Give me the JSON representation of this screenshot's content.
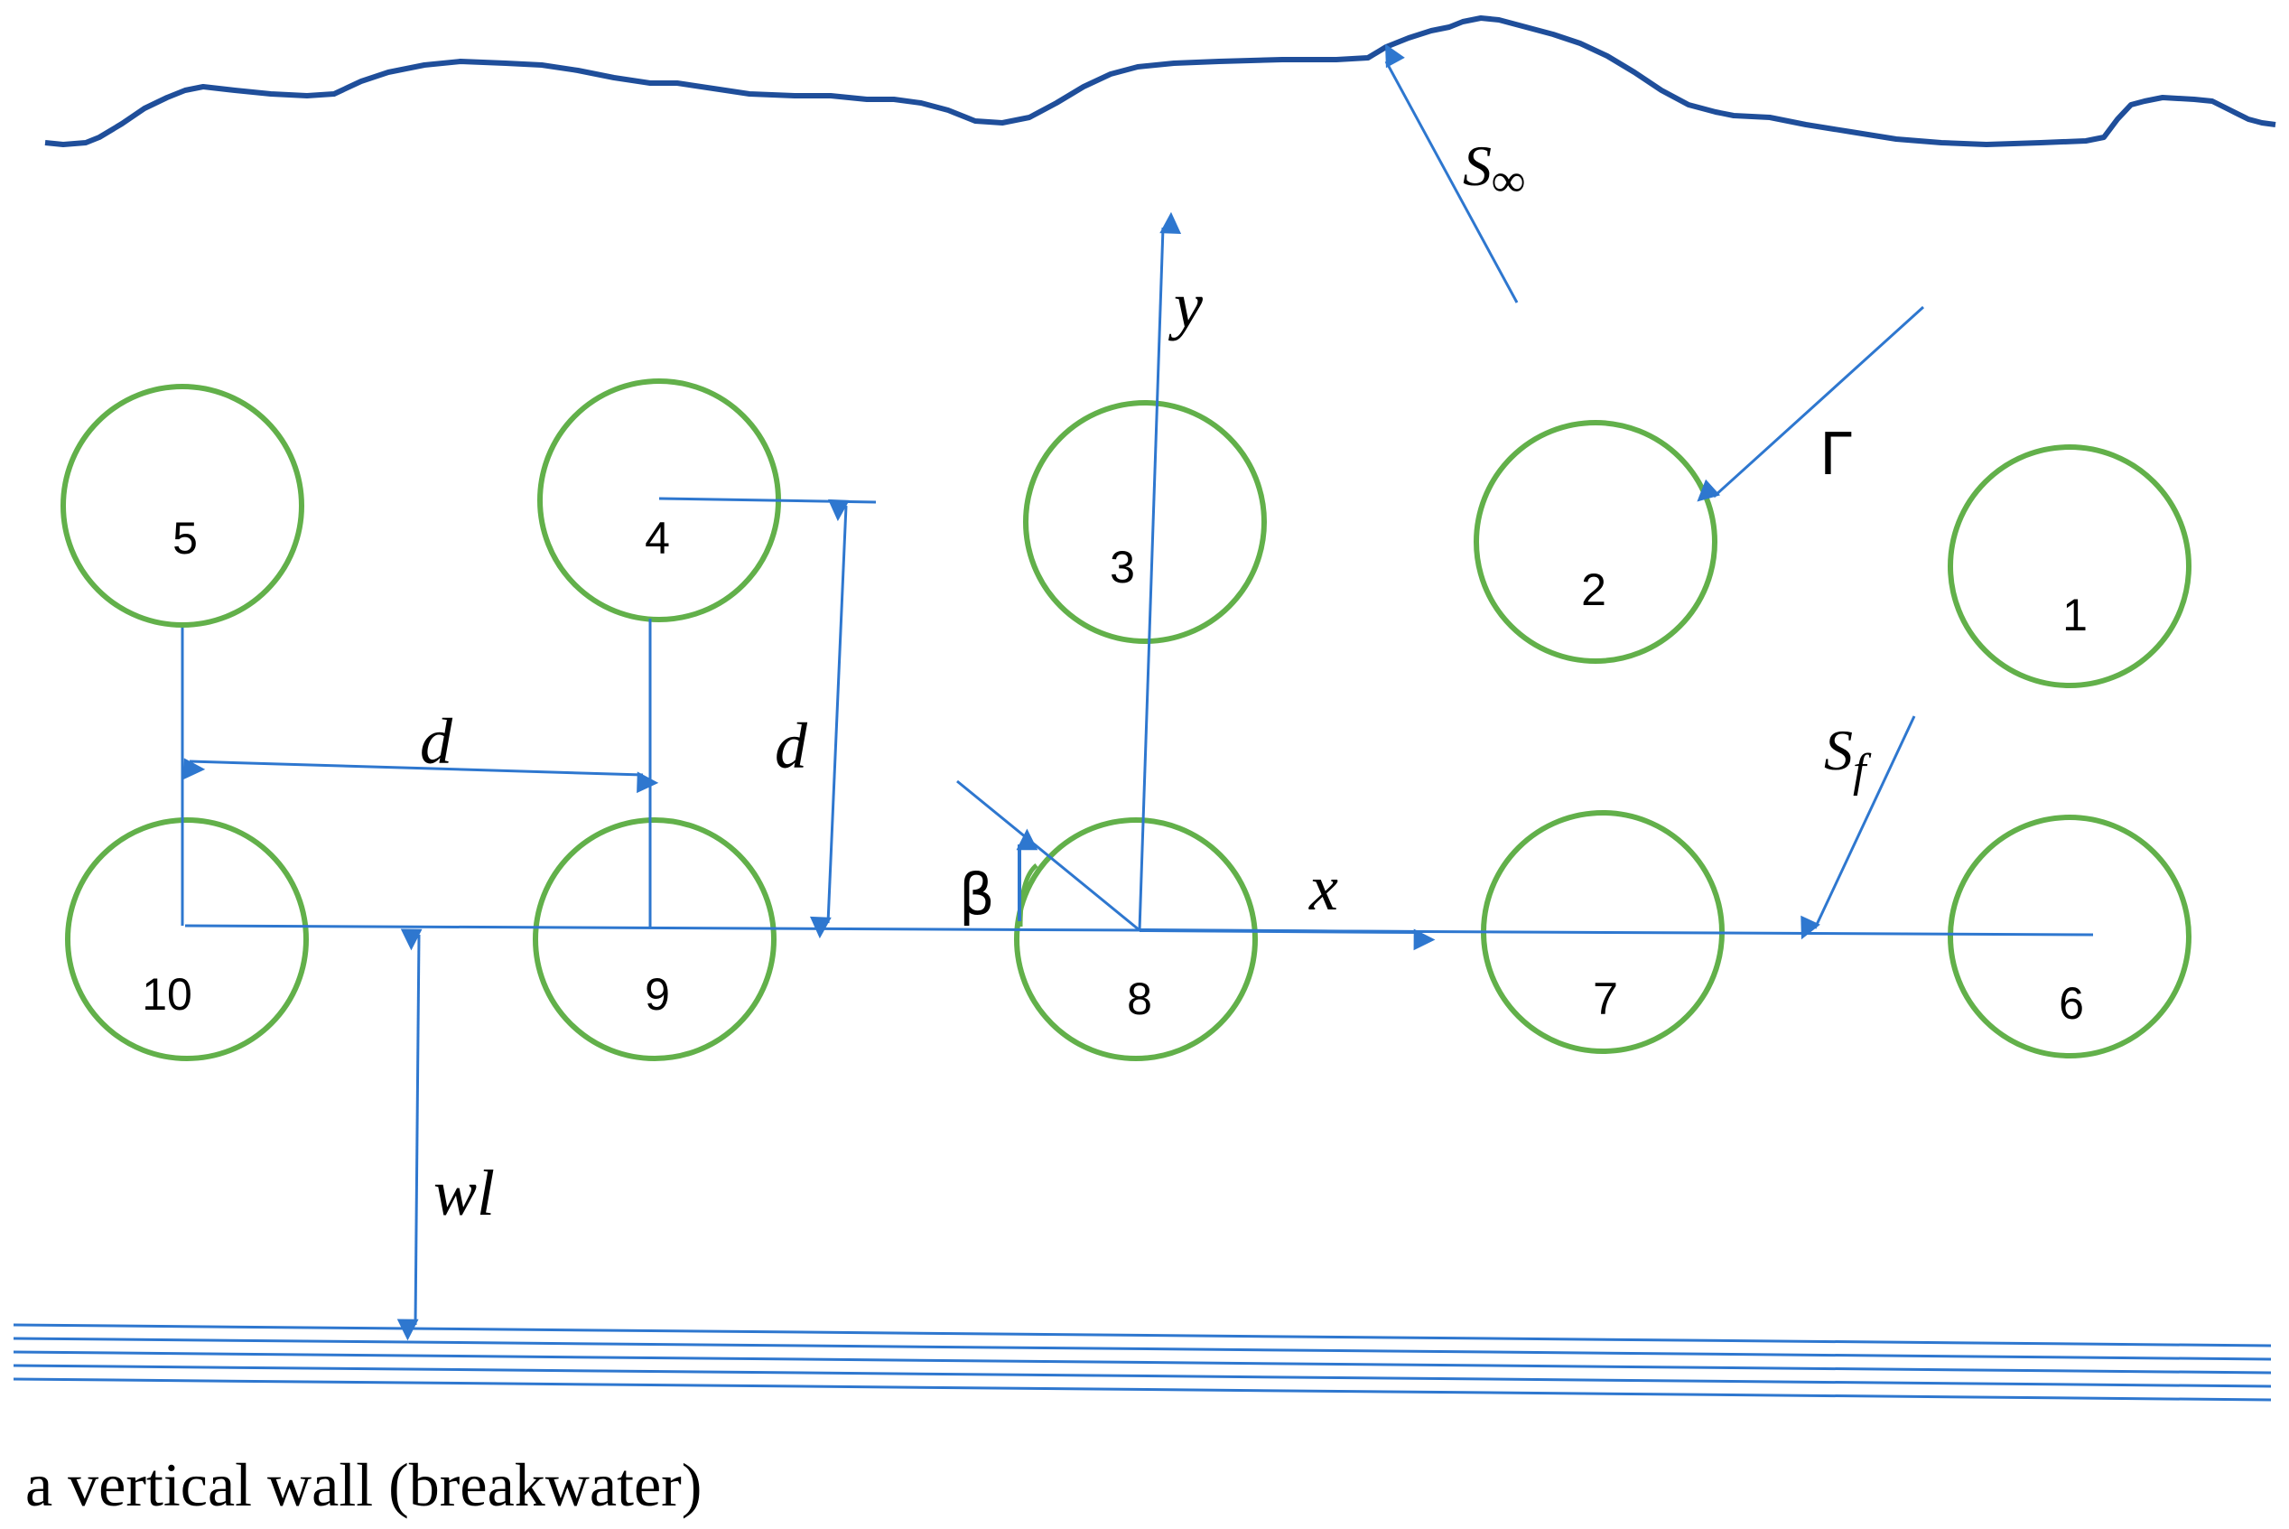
{
  "colors": {
    "shore": "#1f4e9a",
    "line": "#2e77cf",
    "cylinder": "#62b04a",
    "text": "#000000"
  },
  "cylinders": [
    {
      "label": "1"
    },
    {
      "label": "2"
    },
    {
      "label": "3"
    },
    {
      "label": "4"
    },
    {
      "label": "5"
    },
    {
      "label": "6"
    },
    {
      "label": "7"
    },
    {
      "label": "8"
    },
    {
      "label": "9"
    },
    {
      "label": "10"
    }
  ],
  "labels": {
    "s_inf_main": "S",
    "s_inf_sub": "∞",
    "y_axis": "y",
    "x_axis": "x",
    "gamma": "Γ",
    "s_f_main": "S",
    "s_f_sub": "f",
    "d_horizontal": "d",
    "d_vertical": "d",
    "beta": "β",
    "wl": "wl",
    "wall_caption": "a vertical wall (breakwater)"
  }
}
